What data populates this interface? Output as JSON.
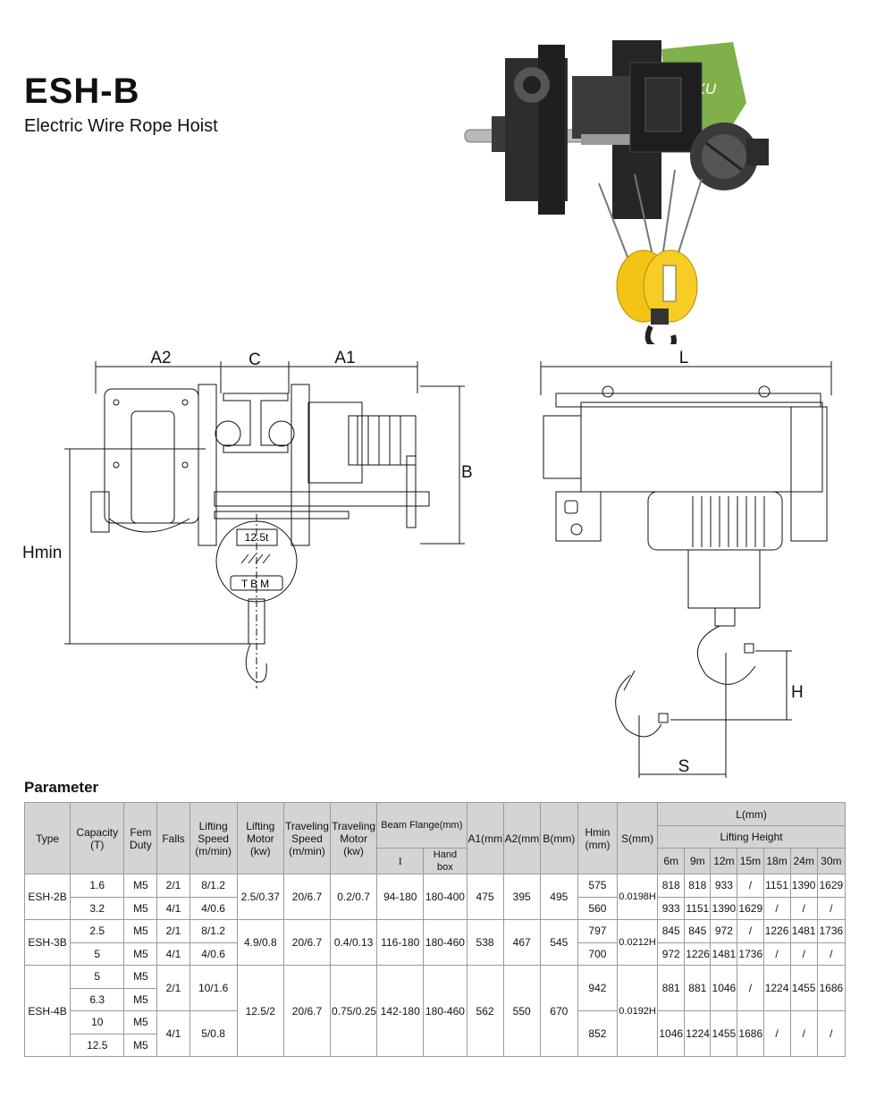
{
  "header": {
    "title": "ESH-B",
    "subtitle": "Electric Wire Rope Hoist"
  },
  "photo": {
    "brand": "KAKU",
    "colors": {
      "body": "#7fb04a",
      "frame": "#2b2b2b",
      "hook_block": "#f3c316"
    }
  },
  "drawing_left": {
    "dims": {
      "a2": "A2",
      "c": "C",
      "a1": "A1",
      "b": "B",
      "hmin": "Hmin"
    },
    "plate_capacity": "12.5t",
    "plate_brand": "TBM"
  },
  "drawing_right": {
    "dims": {
      "l": "L",
      "h": "H",
      "s": "S"
    }
  },
  "parameter": {
    "heading": "Parameter",
    "headers": {
      "type": "Type",
      "capacity": "Capacity (T)",
      "fem": "Fem Duty",
      "falls": "Falls",
      "lifting_speed": "Lifting Speed (m/min)",
      "lifting_motor": "Lifting Motor (kw)",
      "traveling_speed": "Traveling Speed (m/min)",
      "traveling_motor": "Traveling Motor (kw)",
      "beam_flange": "Beam Flange(mm)",
      "beam_i": "I",
      "beam_handbox": "Hand box",
      "a1": "A1(mm)",
      "a2": "A2(mm)",
      "b": "B(mm)",
      "hmin": "Hmin (mm)",
      "s": "S(mm)",
      "l": "L(mm)",
      "lifting_height": "Lifting Height",
      "heights": [
        "6m",
        "9m",
        "12m",
        "15m",
        "18m",
        "24m",
        "30m"
      ]
    },
    "groups": [
      {
        "type": "ESH-2B",
        "lifting_motor": "2.5/0.37",
        "traveling_speed": "20/6.7",
        "traveling_motor": "0.2/0.7",
        "beam_i": "94-180",
        "beam_handbox": "180-400",
        "a1": "475",
        "a2": "395",
        "b": "495",
        "s": "0.0198H",
        "rows": [
          {
            "capacity": "1.6",
            "fem": "M5",
            "falls": "2/1",
            "lifting_speed": "8/1.2",
            "hmin": "575",
            "l": [
              "818",
              "818",
              "933",
              "/",
              "1151",
              "1390",
              "1629"
            ]
          },
          {
            "capacity": "3.2",
            "fem": "M5",
            "falls": "4/1",
            "lifting_speed": "4/0.6",
            "hmin": "560",
            "l": [
              "933",
              "1151",
              "1390",
              "1629",
              "/",
              "/",
              "/"
            ]
          }
        ]
      },
      {
        "type": "ESH-3B",
        "lifting_motor": "4.9/0.8",
        "traveling_speed": "20/6.7",
        "traveling_motor": "0.4/0.13",
        "beam_i": "116-180",
        "beam_handbox": "180-460",
        "a1": "538",
        "a2": "467",
        "b": "545",
        "s": "0.0212H",
        "rows": [
          {
            "capacity": "2.5",
            "fem": "M5",
            "falls": "2/1",
            "lifting_speed": "8/1.2",
            "hmin": "797",
            "l": [
              "845",
              "845",
              "972",
              "/",
              "1226",
              "1481",
              "1736"
            ]
          },
          {
            "capacity": "5",
            "fem": "M5",
            "falls": "4/1",
            "lifting_speed": "4/0.6",
            "hmin": "700",
            "l": [
              "972",
              "1226",
              "1481",
              "1736",
              "/",
              "/",
              "/"
            ]
          }
        ]
      },
      {
        "type": "ESH-4B",
        "lifting_motor": "12.5/2",
        "traveling_speed": "20/6.7",
        "traveling_motor": "0.75/0.25",
        "beam_i": "142-180",
        "beam_handbox": "180-460",
        "a1": "562",
        "a2": "550",
        "b": "670",
        "s": "0.0192H",
        "capacities": [
          "5",
          "6.3",
          "10",
          "12.5"
        ],
        "fem": [
          "M5",
          "M5",
          "M5",
          "M5"
        ],
        "falls": [
          "2/1",
          "4/1"
        ],
        "lifting_speed": [
          "10/1.6",
          "5/0.8"
        ],
        "hmin": [
          "942",
          "852"
        ],
        "l_upper": [
          "881",
          "881",
          "1046",
          "/",
          "1224",
          "1455",
          "1686"
        ],
        "l_lower": [
          "1046",
          "1224",
          "1455",
          "1686",
          "/",
          "/",
          "/"
        ]
      }
    ]
  }
}
